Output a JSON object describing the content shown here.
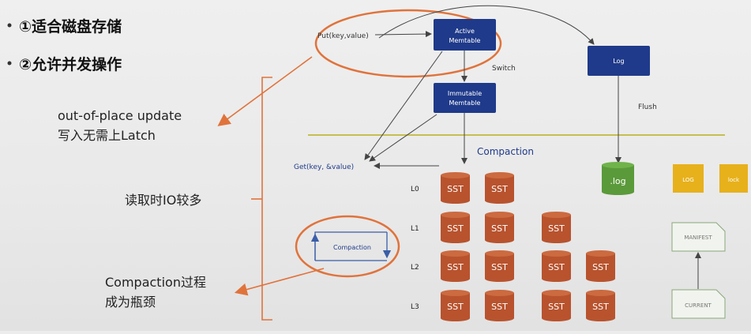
{
  "bullets": [
    "①适合磁盘存储",
    "②允许并发操作"
  ],
  "annotations": {
    "out_of_place_line1": "out-of-place update",
    "out_of_place_line2": "写入无需上Latch",
    "read_io": "读取时IO较多",
    "compaction_line1": "Compaction过程",
    "compaction_line2": "成为瓶颈"
  },
  "diagram": {
    "put_label": "Put(key,value)",
    "get_label": "Get(key, &value)",
    "active_memtable": [
      "Active",
      "Memtable"
    ],
    "immutable_memtable": [
      "Immutable",
      "Memtable"
    ],
    "switch_label": "Switch",
    "log_label": "Log",
    "flush_label": "Flush",
    "compaction_label": "Compaction",
    "compaction_loop_label": "Compaction",
    "log_file_label": ".log",
    "level_labels": [
      "L0",
      "L1",
      "L2",
      "L3"
    ],
    "sst_label": "SST",
    "sst_counts": [
      2,
      3,
      4,
      4
    ],
    "small_file_labels": [
      "LOG",
      "lock"
    ],
    "manifest_label": "MANIFEST",
    "current_label": "CURRENT"
  },
  "colors": {
    "navy": "#1f3a8a",
    "orange_ellipse": "#e0733b",
    "sst": "#b8532e",
    "log_file": "#5a9a3a",
    "small_file": "#e7b11c",
    "divider": "#c7bf52"
  }
}
